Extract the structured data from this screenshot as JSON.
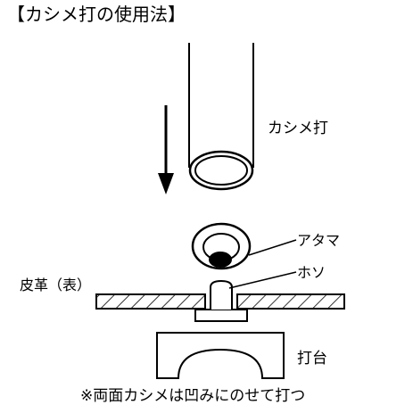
{
  "title": "【カシメ打の使用法】",
  "labels": {
    "punch": "カシメ打",
    "head": "アタマ",
    "post": "ホソ",
    "leather": "皮革（表）",
    "anvil": "打台"
  },
  "note": "※両面カシメは凹みにのせて打つ",
  "colors": {
    "ink": "#000000",
    "background": "#ffffff"
  }
}
